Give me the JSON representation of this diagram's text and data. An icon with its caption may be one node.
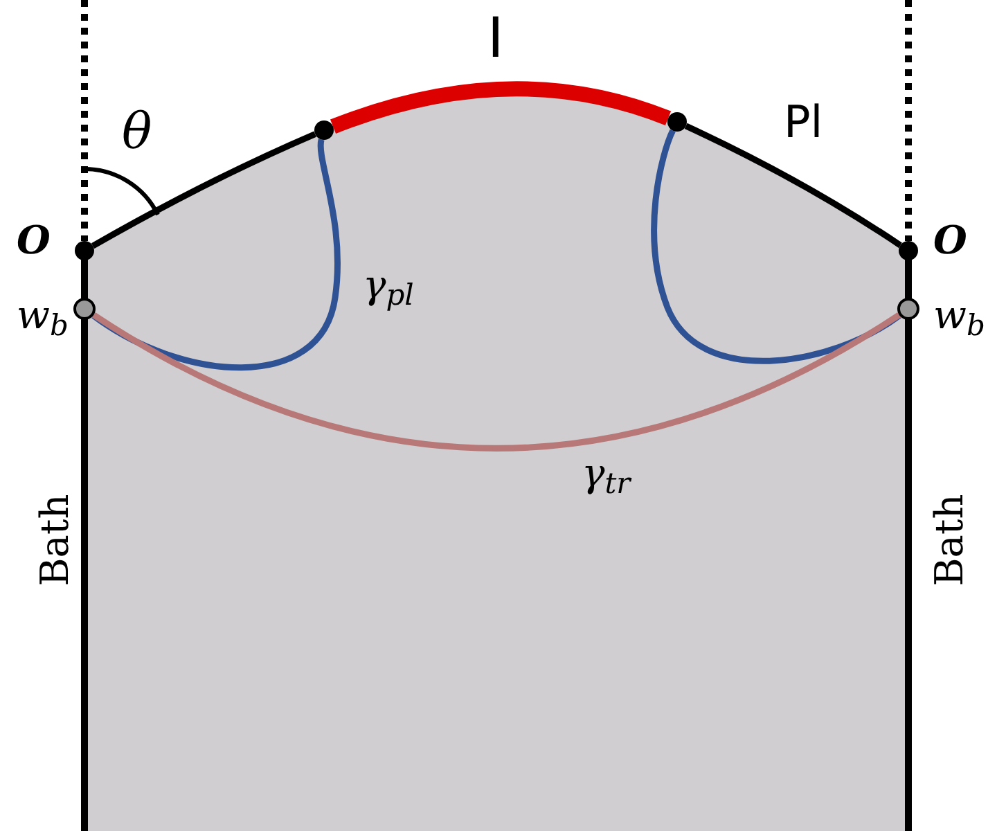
{
  "diagram": {
    "nodes": [
      {
        "text": [],
        "shape": "circle"
      },
      {
        "text": [],
        "shape": "circle"
      },
      {
        "text": [],
        "shape": "circle"
      },
      {
        "text": [],
        "shape": "circle"
      },
      {
        "text": [],
        "shape": "circle"
      },
      {
        "text": [],
        "shape": "circle"
      }
    ],
    "edges": [
      {
        "from": 0,
        "to": 2,
        "arrow": "none"
      },
      {
        "from": 2,
        "to": 3,
        "arrow": "none",
        "style": "thick",
        "color": "#dd0000"
      },
      {
        "from": 3,
        "to": 1,
        "arrow": "none"
      },
      {
        "from": 2,
        "to": 4,
        "arrow": "none",
        "color": "#2f5294"
      },
      {
        "from": 3,
        "to": 5,
        "arrow": "none",
        "color": "#2f5294"
      },
      {
        "from": 4,
        "to": 5,
        "arrow": "none",
        "color": "#b87878"
      }
    ],
    "labels": [
      "I",
      "θ",
      "Pl",
      "O",
      "O",
      "w$_{b}$",
      "w$_{b}$",
      "γ$_{pl}$",
      "γ$_{tr}$",
      "Bath",
      "Bath"
    ]
  }
}
